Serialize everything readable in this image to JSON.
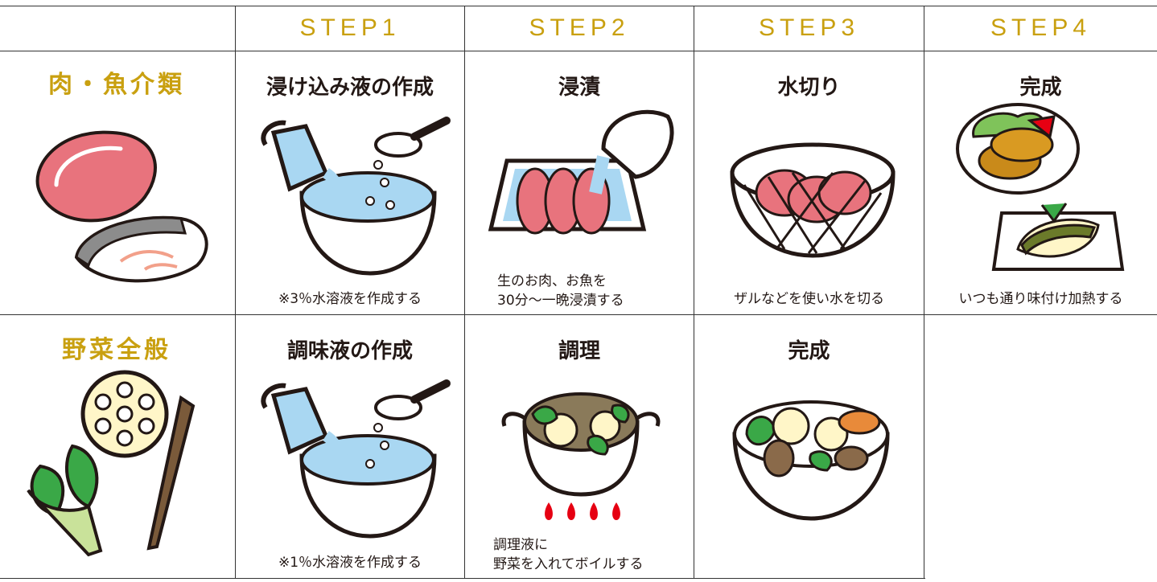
{
  "steps": [
    "STEP1",
    "STEP2",
    "STEP3",
    "STEP4"
  ],
  "rows": [
    {
      "category": "肉・魚介類",
      "cells": [
        {
          "title": "浸け込み液の作成",
          "note": [
            "※3％水溶液を作成する"
          ],
          "icon": "pitcher-bowl-icon"
        },
        {
          "title": "浸漬",
          "note": [
            "生のお肉、お魚を",
            "30分〜一晩浸漬する"
          ],
          "icon": "tray-soak-icon"
        },
        {
          "title": "水切り",
          "note": [
            "ザルなどを使い水を切る"
          ],
          "icon": "strainer-meat-icon"
        },
        {
          "title": "完成",
          "note": [
            "いつも通り味付け加熱する"
          ],
          "icon": "finished-dish-icon"
        }
      ]
    },
    {
      "category": "野菜全般",
      "cells": [
        {
          "title": "調味液の作成",
          "note": [
            "※1％水溶液を作成する"
          ],
          "icon": "pitcher-bowl-icon"
        },
        {
          "title": "調理",
          "note": [
            "調理液に",
            "野菜を入れてボイルする"
          ],
          "icon": "boiling-pot-icon"
        },
        {
          "title": "完成",
          "note": [],
          "icon": "vegetable-bowl-icon"
        }
      ]
    }
  ],
  "colors": {
    "accent": "#c9a010",
    "meat": "#e8737d",
    "water": "#a9d7f2",
    "green": "#3aa847",
    "flame": "#e60012"
  }
}
